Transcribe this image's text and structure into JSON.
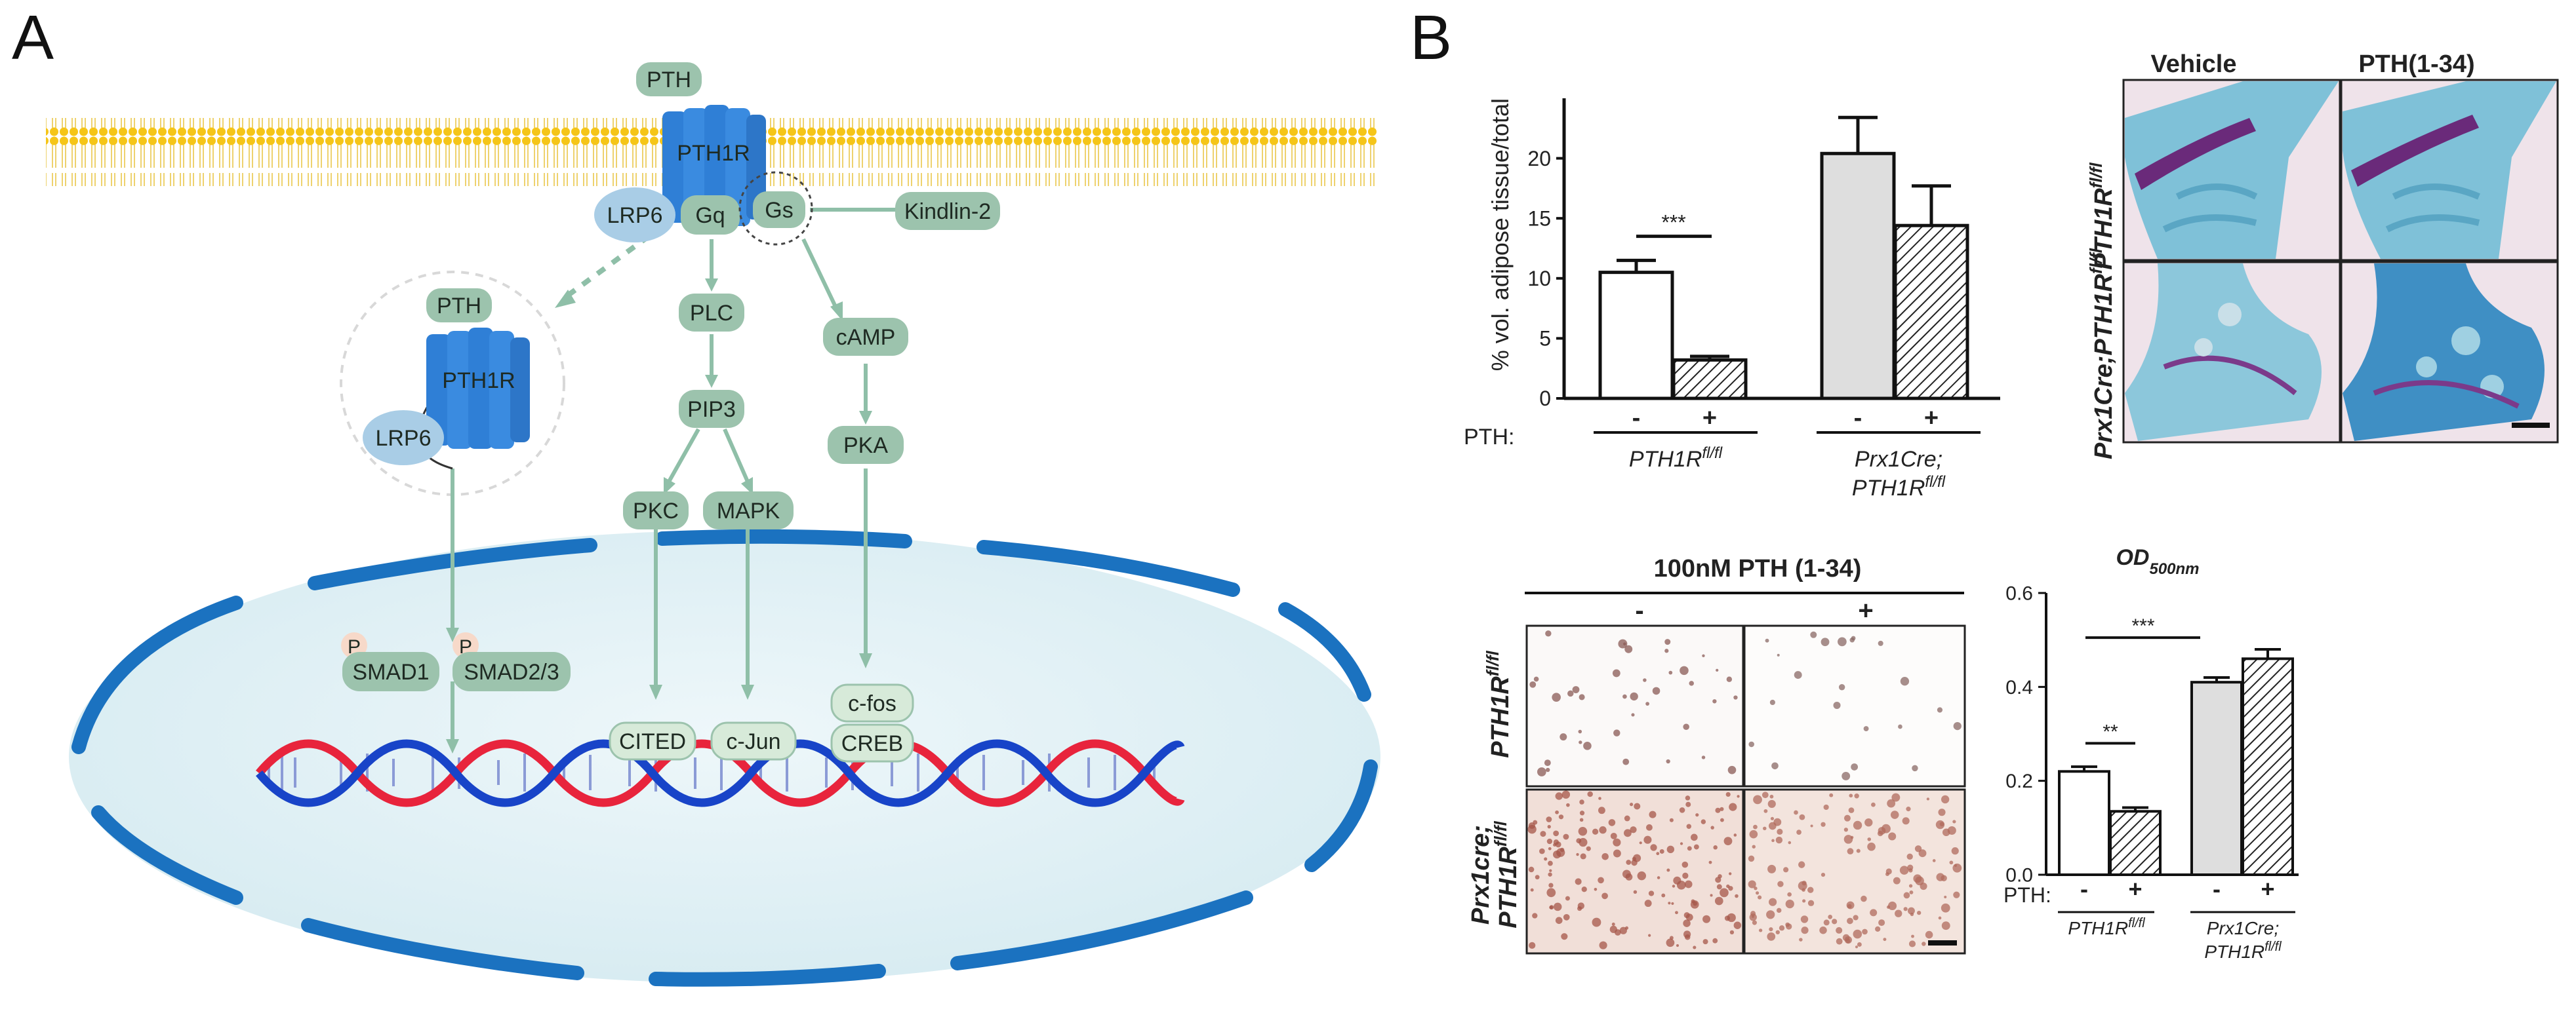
{
  "panel_a": {
    "letter": "A",
    "nodes": {
      "pth_top": "PTH",
      "receptor_top": "PTH1R",
      "lrp6_top": "LRP6",
      "gq": "Gq",
      "gs": "Gs",
      "kindlin": "Kindlin-2",
      "pth_left": "PTH",
      "receptor_left": "PTH1R",
      "lrp6_left": "LRP6",
      "plc": "PLC",
      "pip3": "PIP3",
      "pkc": "PKC",
      "mapk": "MAPK",
      "camp": "cAMP",
      "pka": "PKA",
      "p1": "P",
      "p2": "P",
      "smad1": "SMAD1",
      "smad23": "SMAD2/3",
      "cited": "CITED",
      "cjun": "c-Jun",
      "cfos": "c-fos",
      "creb": "CREB"
    },
    "colors": {
      "membrane": "#f5c518",
      "receptor": "#2f7fd6",
      "node": "#9cc3ad",
      "nucleus": "#e2f0f4",
      "envelope": "#1b72c0",
      "dna_red": "#e8243c",
      "dna_blue": "#1844c8"
    }
  },
  "panel_b": {
    "letter": "B",
    "image_grid_top": {
      "col_headers": [
        "Vehicle",
        "PTH(1-34)"
      ],
      "row_labels": [
        "PTH1R",
        "Prx1Cre;PTH1R"
      ],
      "row_sup": "fl/fl"
    },
    "treatment_header": "100nM PTH (1-34)",
    "treatment_cols": [
      "-",
      "+"
    ],
    "image_grid_bottom": {
      "row1_label": "PTH1R",
      "row2_label_a": "Prx1cre;",
      "row2_label_b": "PTH1R",
      "row_sup": "fl/fl"
    },
    "pth_label": "PTH:",
    "group1_label": "PTH1R",
    "group2_line1": "Prx1Cre;",
    "group2_line2": "PTH1R",
    "group_sup": "fl/fl",
    "sig_three": "***",
    "sig_two": "**"
  },
  "chart_data": [
    {
      "type": "bar",
      "title": "",
      "ylabel": "% vol. adipose tissue/total",
      "ylim": [
        0,
        25
      ],
      "yticks": [
        "0",
        "5",
        "10",
        "15",
        "20"
      ],
      "categories": [
        "PTH1R fl/fl -",
        "PTH1R fl/fl +",
        "Prx1Cre;PTH1R fl/fl -",
        "Prx1Cre;PTH1R fl/fl +"
      ],
      "ticklabels": [
        "-",
        "+",
        "-",
        "+"
      ],
      "values": [
        10.5,
        3.2,
        20.4,
        14.4
      ],
      "errors": [
        1.0,
        0.3,
        3.0,
        3.3
      ],
      "fills": [
        "white",
        "hatch",
        "gray",
        "hatch"
      ],
      "annotations": [
        "***"
      ]
    },
    {
      "type": "bar",
      "title": "OD",
      "title_sub": "500nm",
      "ylim": [
        0,
        0.6
      ],
      "yticks": [
        "0.0",
        "0.2",
        "0.4",
        "0.6"
      ],
      "categories": [
        "PTH1R fl/fl -",
        "PTH1R fl/fl +",
        "Prx1Cre;PTH1R fl/fl -",
        "Prx1Cre;PTH1R fl/fl +"
      ],
      "ticklabels": [
        "-",
        "+",
        "-",
        "+"
      ],
      "values": [
        0.22,
        0.135,
        0.41,
        0.46
      ],
      "errors": [
        0.01,
        0.008,
        0.01,
        0.02
      ],
      "fills": [
        "white",
        "hatch",
        "gray",
        "hatch"
      ],
      "annotations": [
        "**",
        "***"
      ]
    }
  ]
}
